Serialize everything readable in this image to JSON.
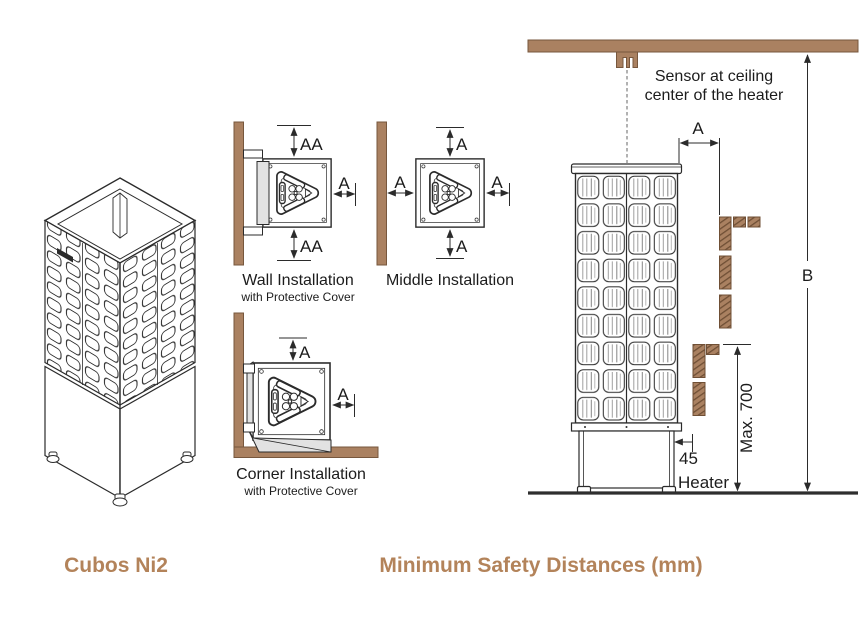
{
  "colors": {
    "wood": "#aa8161",
    "wood_edge": "#77573d",
    "hatch_line": "#6f4f35",
    "line_art": "#2b2b2b",
    "caption_text": "#b3835a",
    "protective_cover_gray": "#e2e2e2",
    "floor": "#2e2e2e"
  },
  "left_figure": {
    "caption": "Cubos Ni2"
  },
  "installations": {
    "wall": {
      "title": "Wall Installation",
      "subtitle": "with Protective Cover",
      "dims": {
        "top": "AA",
        "right": "A",
        "bottom": "AA"
      }
    },
    "middle": {
      "title": "Middle Installation",
      "dims": {
        "top": "A",
        "left": "A",
        "right": "A",
        "bottom": "A"
      }
    },
    "corner": {
      "title": "Corner Installation",
      "subtitle": "with Protective Cover",
      "dims": {
        "top": "A",
        "right": "A"
      }
    }
  },
  "safety": {
    "caption": "Minimum Safety Distances (mm)",
    "sensor_note": {
      "line1": "Sensor at ceiling",
      "line2": "center of the heater"
    },
    "dims": {
      "ceiling_distance": "A",
      "total_height": "B",
      "max_cover_height": "Max. 700",
      "cover_gap": "45",
      "heater_label": "Heater"
    }
  }
}
